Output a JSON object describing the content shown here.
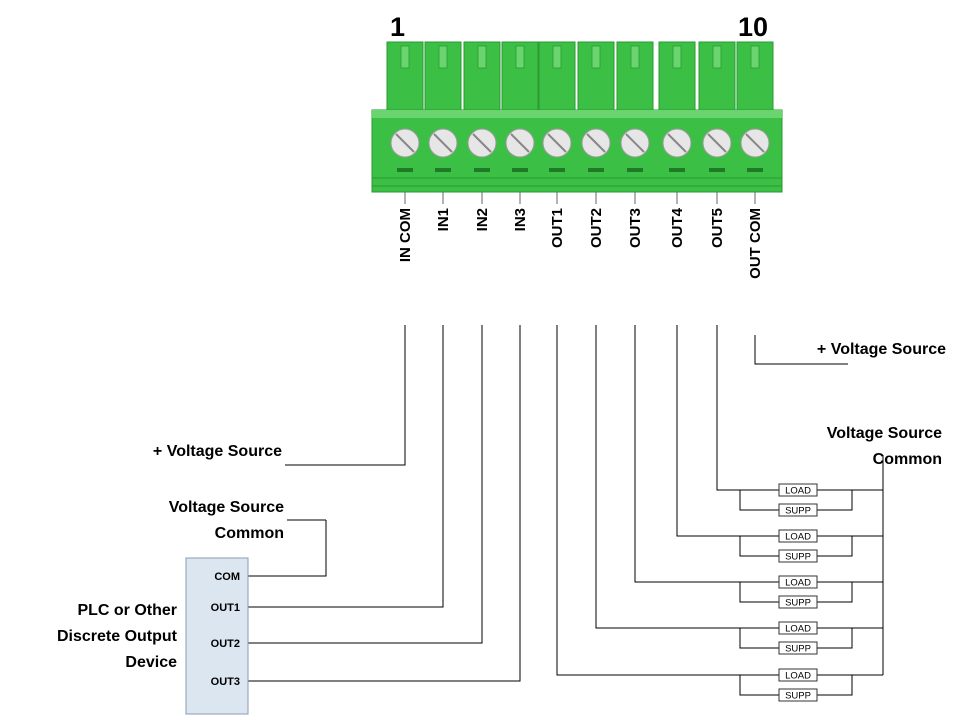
{
  "connector": {
    "first_pin": "1",
    "last_pin": "10",
    "pins": [
      "IN COM",
      "IN1",
      "IN2",
      "IN3",
      "OUT1",
      "OUT2",
      "OUT3",
      "OUT4",
      "OUT5",
      "OUT COM"
    ],
    "colors": {
      "body": "#3cbf45",
      "body_dark": "#2a9a33",
      "body_light": "#6ad46f",
      "screw": "#e6e6e6"
    }
  },
  "labels": {
    "out_voltage_source": "+ Voltage Source",
    "in_voltage_source": "+ Voltage Source",
    "in_source_common_1": "Voltage Source",
    "in_source_common_2": "Common",
    "out_source_common_1": "Voltage Source",
    "out_source_common_2": "Common",
    "device_1": "PLC or Other",
    "device_2": "Discrete Output",
    "device_3": "Device"
  },
  "device": {
    "pins": [
      "COM",
      "OUT1",
      "OUT2",
      "OUT3"
    ],
    "fill": "#dce6f0"
  },
  "loads": {
    "load_label": "LOAD",
    "supp_label": "SUPP"
  }
}
